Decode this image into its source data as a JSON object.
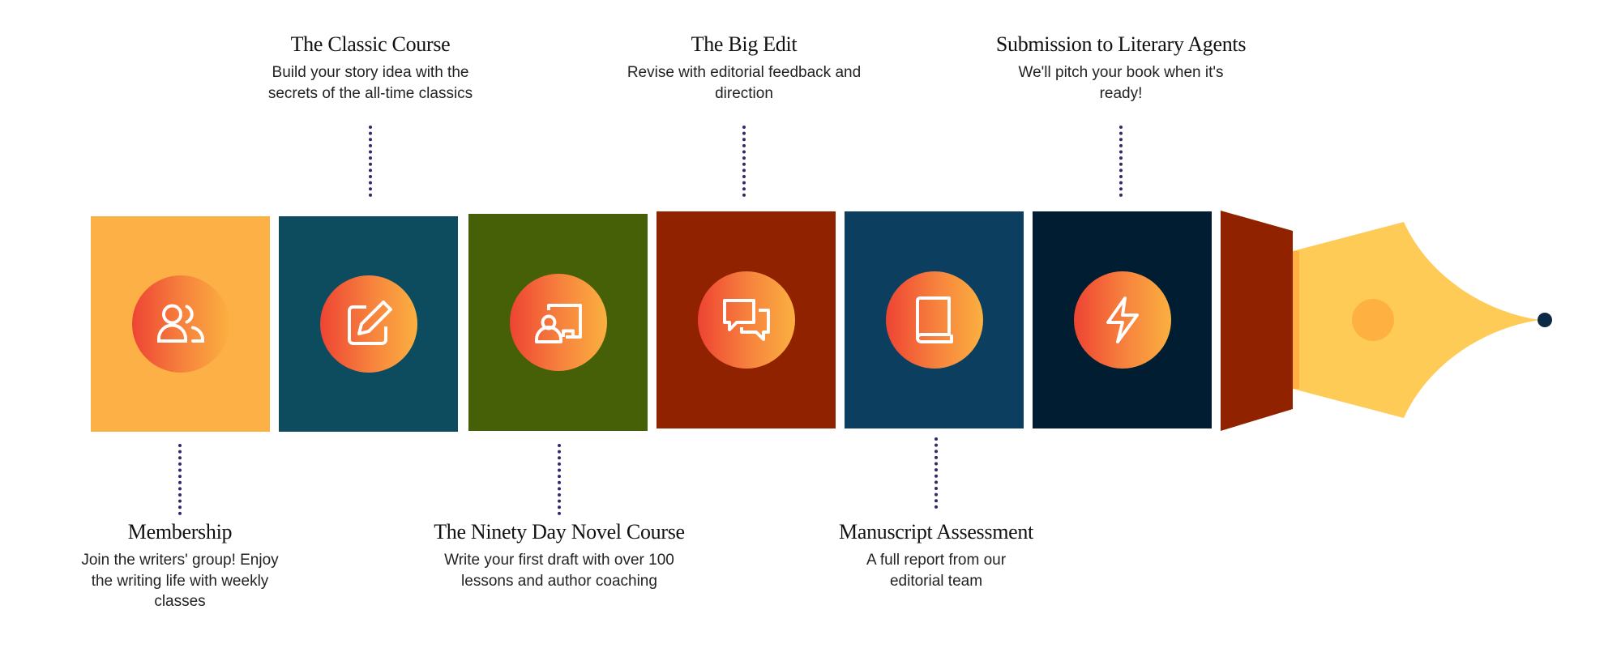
{
  "steps": [
    {
      "title": "Membership",
      "desc": "Join the writers' group! Enjoy the writing life with weekly classes",
      "icon": "users-icon",
      "color": "#fdb045"
    },
    {
      "title": "The Classic Course",
      "desc": "Build your story idea with the secrets of the all-time classics",
      "icon": "edit-icon",
      "color": "#0d4b5f"
    },
    {
      "title": "The Ninety Day Novel Course",
      "desc": "Write your first draft with over 100 lessons and author coaching",
      "icon": "presentation-icon",
      "color": "#466008"
    },
    {
      "title": "The Big Edit",
      "desc": "Revise with editorial feedback and direction",
      "icon": "chat-icon",
      "color": "#912200"
    },
    {
      "title": "Manuscript Assessment",
      "desc": "A full report from our editorial team",
      "icon": "book-icon",
      "color": "#0c3f5f"
    },
    {
      "title": "Submission to Literary Agents",
      "desc": "We'll pitch your book when it's ready!",
      "icon": "lightning-icon",
      "color": "#011d31"
    }
  ],
  "pen": {
    "band_color": "#912200",
    "nib_color": "#fecb56",
    "dot_color": "#feb140",
    "tip_color": "#0b2a45"
  }
}
